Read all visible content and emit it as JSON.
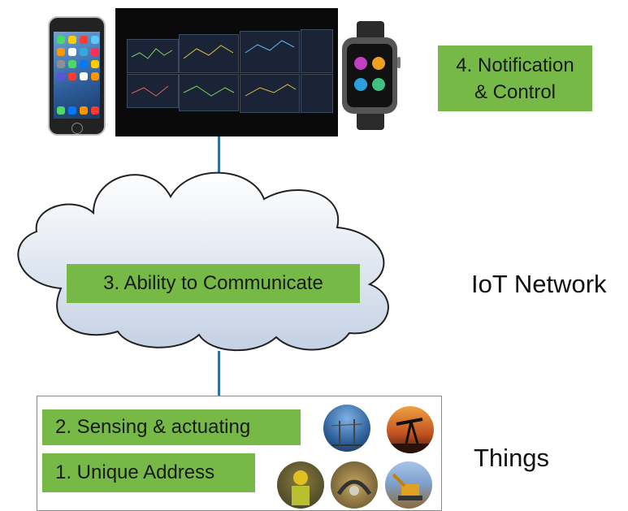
{
  "boxes": {
    "notification": "4. Notification\n& Control",
    "communicate": "3. Ability to Communicate",
    "sensing": "2. Sensing & actuating",
    "address": "1. Unique Address"
  },
  "labels": {
    "network": "IoT Network",
    "things": "Things"
  },
  "colors": {
    "box_green": "#76b947",
    "connector_blue": "#2f6fae"
  },
  "icons": [
    "smartphone-icon",
    "control-room-wall-icon",
    "smartwatch-icon",
    "cloud-icon",
    "power-substation-icon",
    "oil-pump-icon",
    "worker-icon",
    "mining-machine-icon",
    "excavator-icon"
  ]
}
